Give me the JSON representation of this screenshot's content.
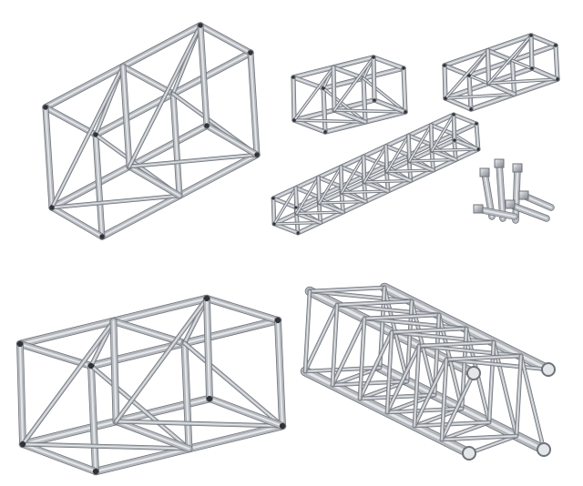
{
  "colors": {
    "background": "#ffffff",
    "metal_light": "#e4e6e9",
    "metal_mid": "#b4b8bd",
    "metal_dark": "#6e737a",
    "joint": "#2f3236"
  },
  "products": [
    {
      "kind": "box-truss-large"
    },
    {
      "kind": "box-truss-small"
    },
    {
      "kind": "box-truss-small"
    },
    {
      "kind": "long-box-truss-beam"
    },
    {
      "kind": "bolts-and-nuts"
    },
    {
      "kind": "box-truss-large"
    },
    {
      "kind": "tubular-square-truss-beam"
    }
  ]
}
